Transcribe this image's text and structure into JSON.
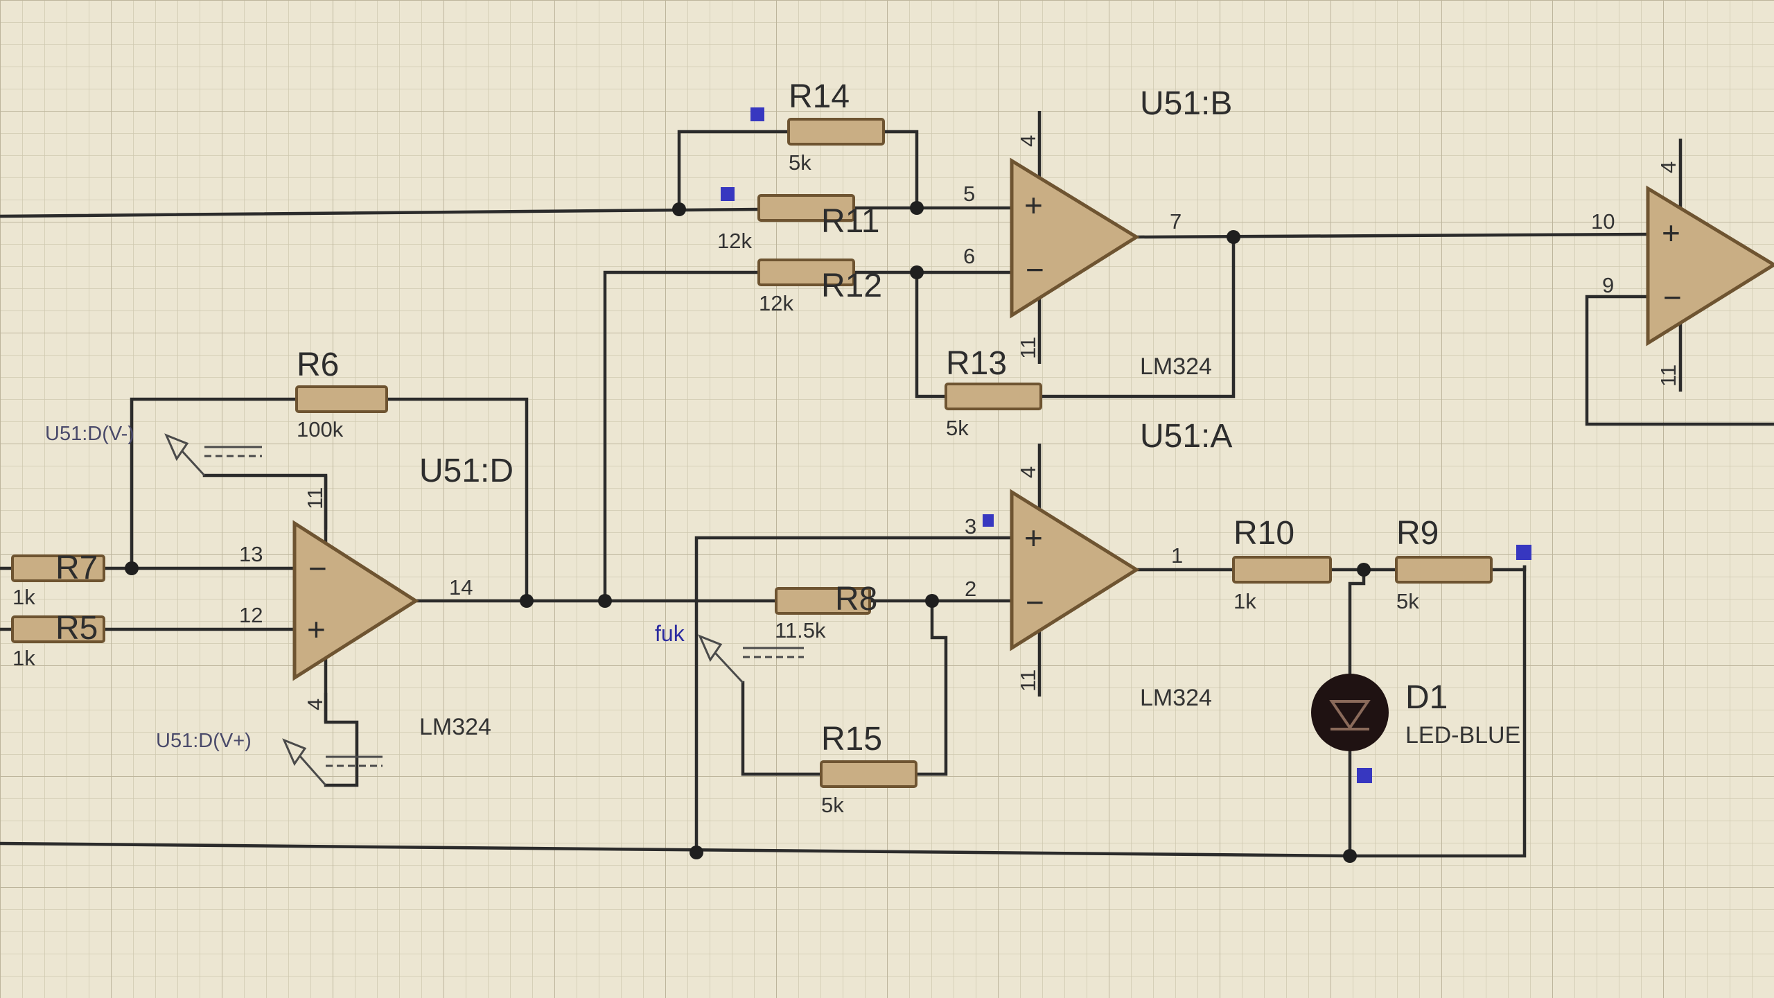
{
  "colors": {
    "paper": "#ece6d2",
    "grid_minor": "#cfc8b0",
    "grid_major": "#bdb59c",
    "wire": "#2b2b2b",
    "component_fill": "#c9ae84",
    "component_stroke": "#6e5431",
    "selection_marker": "#3737c0",
    "led_body": "#1f1212"
  },
  "opamps": [
    {
      "id": "U51:B",
      "type": "LM324",
      "pins": {
        "plus": "5",
        "minus": "6",
        "out": "7",
        "vplus": "4",
        "vminus": "11"
      }
    },
    {
      "id": "U51:A",
      "type": "LM324",
      "pins": {
        "plus": "3",
        "minus": "2",
        "out": "1",
        "vplus": "4",
        "vminus": "11"
      }
    },
    {
      "id": "U51:D",
      "type": "LM324",
      "pins": {
        "plus": "12",
        "minus": "13",
        "out": "14",
        "vplus": "4",
        "vminus": "11"
      }
    },
    {
      "id": "",
      "type": "",
      "pins": {
        "plus": "10",
        "minus": "9",
        "out": "",
        "vplus": "4",
        "vminus": "11"
      }
    }
  ],
  "resistors": [
    {
      "ref": "R14",
      "value": "5k"
    },
    {
      "ref": "R11",
      "value": "12k"
    },
    {
      "ref": "R12",
      "value": "12k"
    },
    {
      "ref": "R13",
      "value": "5k"
    },
    {
      "ref": "R6",
      "value": "100k"
    },
    {
      "ref": "R7",
      "value": "1k"
    },
    {
      "ref": "R5",
      "value": "1k"
    },
    {
      "ref": "R8",
      "value": "11.5k"
    },
    {
      "ref": "R15",
      "value": "5k"
    },
    {
      "ref": "R10",
      "value": "1k"
    },
    {
      "ref": "R9",
      "value": "5k"
    }
  ],
  "diode": {
    "ref": "D1",
    "value": "LED-BLUE"
  },
  "terminals": [
    "U51:D(V-)",
    "U51:D(V+)",
    "fuk"
  ]
}
